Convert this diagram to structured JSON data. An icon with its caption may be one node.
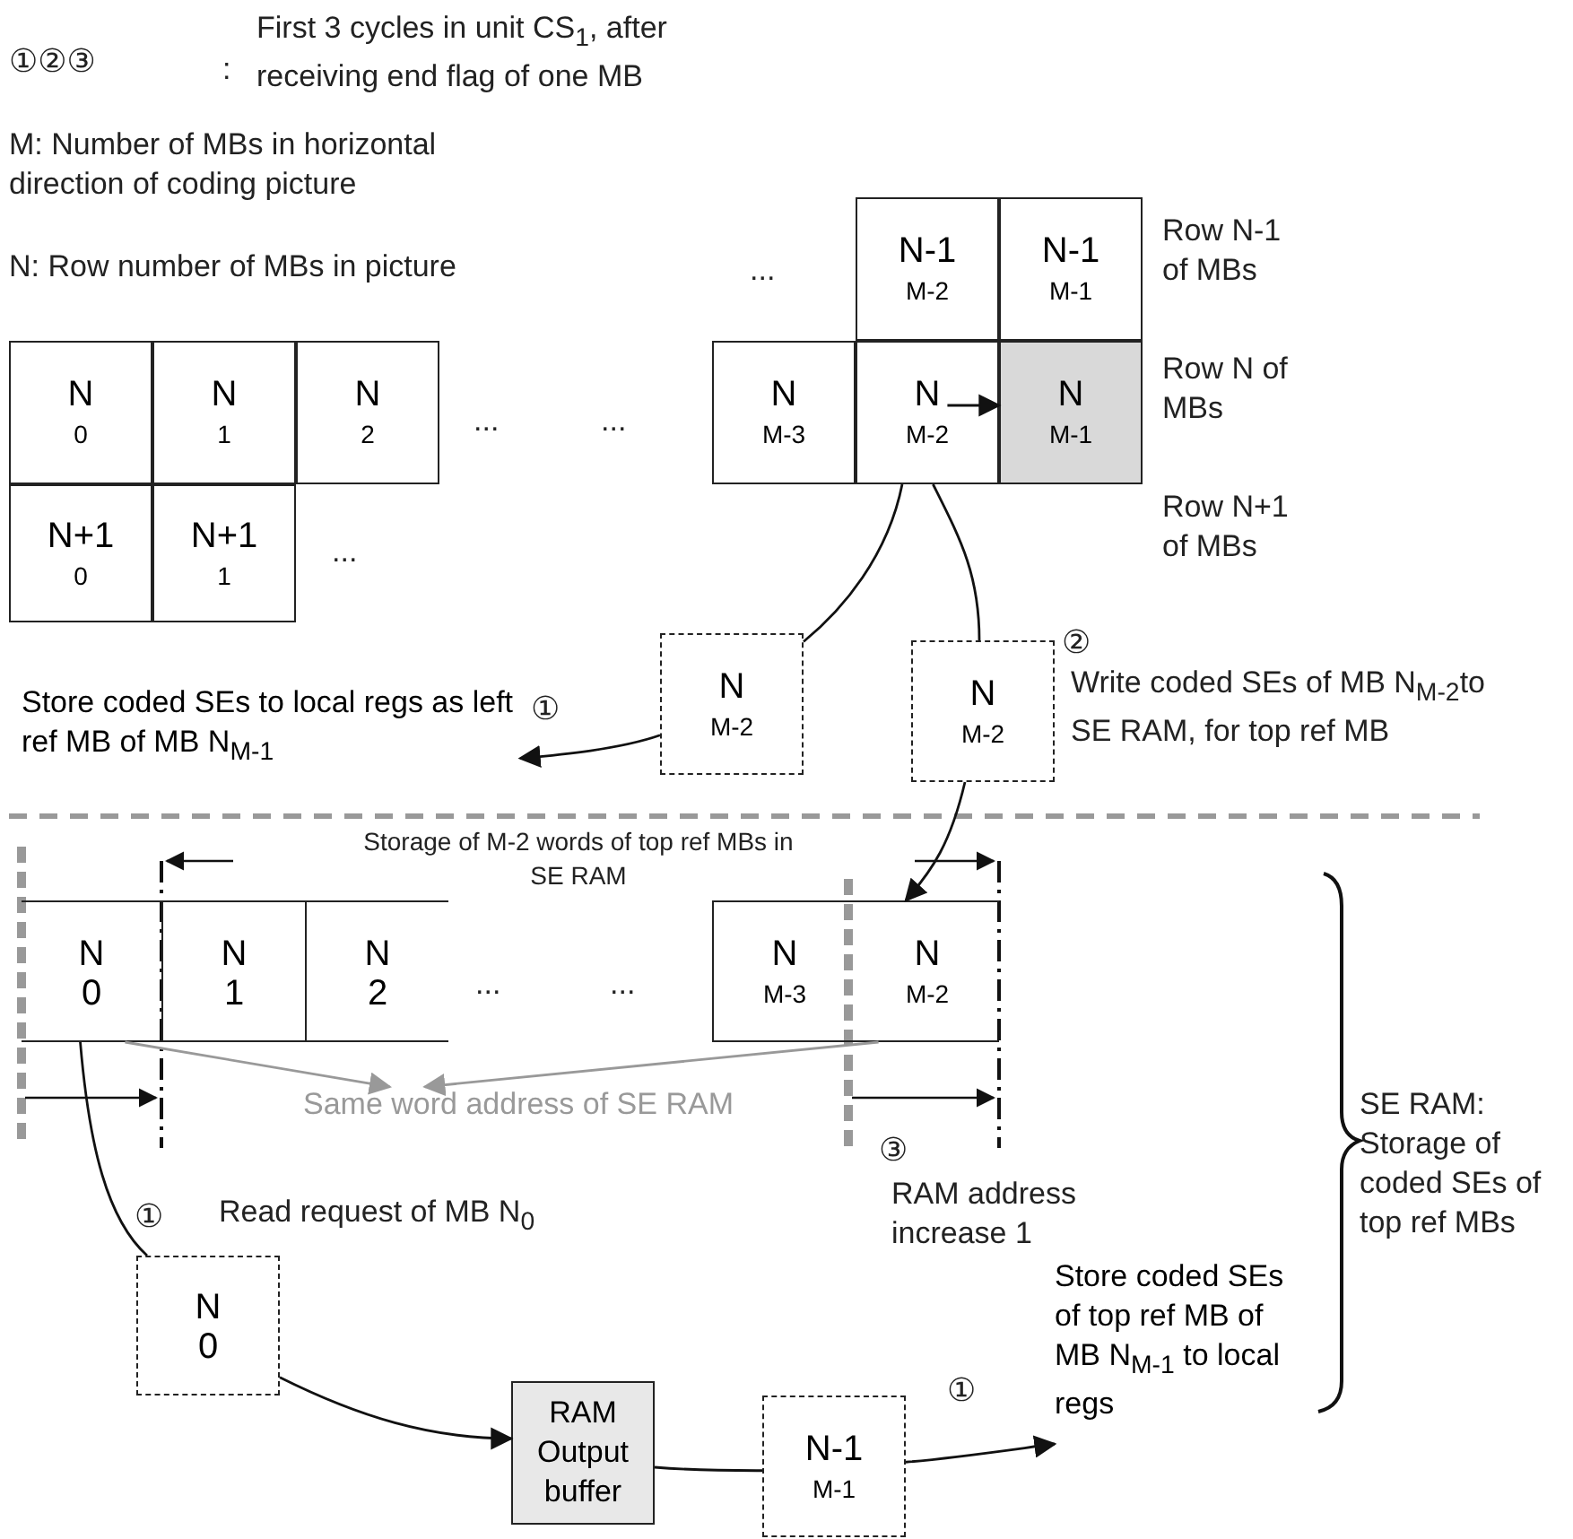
{
  "diagram": {
    "nodes": [
      {
        "text": [
          "N-1",
          "M-2"
        ]
      },
      {
        "text": [
          "N-1",
          "M-1"
        ]
      },
      {
        "text": [
          "N",
          "0"
        ]
      },
      {
        "text": [
          "N",
          "1"
        ]
      },
      {
        "text": [
          "N",
          "2"
        ]
      },
      {
        "text": [
          "N",
          "M-3"
        ]
      },
      {
        "text": [
          "N",
          "M-2"
        ]
      },
      {
        "text": [
          "N",
          "M-1"
        ]
      },
      {
        "text": [
          "N+1",
          "0"
        ]
      },
      {
        "text": [
          "N+1",
          "1"
        ]
      },
      {
        "text": [
          "N",
          "M-2"
        ]
      },
      {
        "text": [
          "N",
          "M-2"
        ]
      },
      {
        "text": [
          "Store coded SEs to local regs as left ref MB of MB N$_{M-1}$"
        ]
      },
      {
        "text": [
          "N",
          "0"
        ]
      },
      {
        "text": [
          "N",
          "1"
        ]
      },
      {
        "text": [
          "N",
          "2"
        ]
      },
      {
        "text": [
          "N",
          "M-3"
        ]
      },
      {
        "text": [
          "N",
          "M-2"
        ]
      },
      {
        "text": [
          "Same word address of SE RAM"
        ]
      },
      {
        "text": [
          "N",
          "0"
        ]
      },
      {
        "text": [
          "RAM Output buffer"
        ]
      },
      {
        "text": [
          "N-1",
          "M-1"
        ]
      },
      {
        "text": [
          "Store coded SEs of top ref MB of MB N$_{M-1}$ to local regs"
        ]
      }
    ],
    "edges": [
      {
        "from": 6,
        "to": 7,
        "arrow": "to"
      },
      {
        "from": 6,
        "to": 10,
        "arrow": "none"
      },
      {
        "from": 6,
        "to": 11,
        "arrow": "none"
      },
      {
        "from": 10,
        "to": 12,
        "arrow": "to"
      },
      {
        "from": 11,
        "to": 17,
        "arrow": "to"
      },
      {
        "from": 13,
        "to": 18,
        "arrow": "to",
        "color": "#999999"
      },
      {
        "from": 17,
        "to": 18,
        "arrow": "to",
        "color": "#999999"
      },
      {
        "from": 13,
        "to": 19,
        "arrow": "none"
      },
      {
        "from": 19,
        "to": 20,
        "arrow": "to"
      },
      {
        "from": 20,
        "to": 21,
        "arrow": "none"
      },
      {
        "from": 21,
        "to": 22,
        "arrow": "to"
      }
    ],
    "labels": [
      "①②③",
      ":",
      "First 3 cycles in unit CS$_{1}$, after receiving end flag of one MB",
      "M: Number of MBs in horizontal direction of coding picture",
      "N: Row number of MBs in picture",
      "...",
      "Row N-1 of MBs",
      "...",
      "...",
      "Row N of MBs",
      "...",
      "Row N+1 of MBs",
      "①",
      "②",
      "Write coded SEs of MB N$_{M-2}$to SE RAM, for top ref MB",
      "Storage of M-2 words of top ref MBs in SE RAM",
      "...",
      "...",
      "③",
      "RAM address increase 1",
      "SE RAM: Storage of coded SEs of top ref MBs",
      "①",
      "Read request of MB N$_{0}$",
      "①"
    ]
  }
}
